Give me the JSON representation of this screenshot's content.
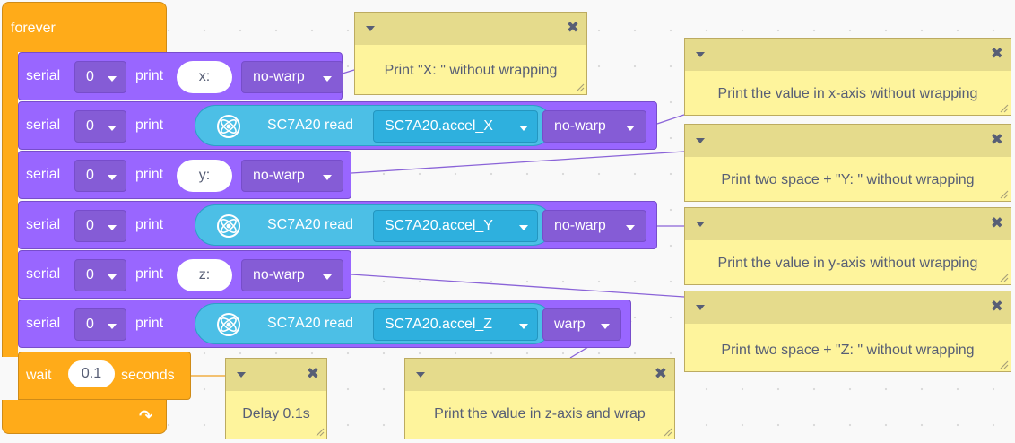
{
  "forever": {
    "label": "forever"
  },
  "serial_label": "serial",
  "print_label": "print",
  "port": "0",
  "sensor": {
    "read_label": "SC7A20 read"
  },
  "blocks": [
    {
      "kind": "text",
      "text": "x:",
      "mode": "no-warp"
    },
    {
      "kind": "sensor",
      "axis": "SC7A20.accel_X",
      "mode": "no-warp"
    },
    {
      "kind": "text",
      "text": "y:",
      "mode": "no-warp"
    },
    {
      "kind": "sensor",
      "axis": "SC7A20.accel_Y",
      "mode": "no-warp"
    },
    {
      "kind": "text",
      "text": "z:",
      "mode": "no-warp"
    },
    {
      "kind": "sensor",
      "axis": "SC7A20.accel_Z",
      "mode": "warp"
    }
  ],
  "wait": {
    "label": "wait",
    "value": "0.1",
    "unit": "seconds"
  },
  "comments": [
    {
      "text": "Print \"X:  \" without wrapping"
    },
    {
      "text": "Print the value in x-axis without wrapping"
    },
    {
      "text": "Print two space + \"Y:  \" without wrapping"
    },
    {
      "text": "Print the value in y-axis without wrapping"
    },
    {
      "text": "Print two space + \"Z:  \" without wrapping"
    },
    {
      "text": "Print the value in z-axis and wrap"
    },
    {
      "text": "Delay 0.1s"
    }
  ],
  "colors": {
    "control": "#ffab19",
    "serial": "#9966ff",
    "sensor": "#4cbfe6",
    "note": "#fef49c",
    "note_header": "#e5db8c"
  }
}
